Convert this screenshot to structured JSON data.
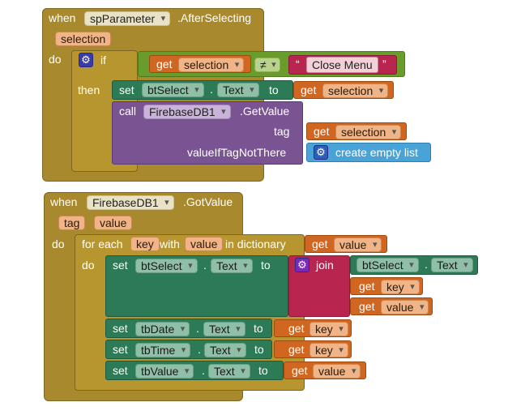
{
  "block1": {
    "when": "when",
    "component": "spParameter",
    "event": ".AfterSelecting",
    "param": "selection",
    "do": "do",
    "if": "if",
    "then": "then",
    "get": "get",
    "get_var": "selection",
    "compare_op": "≠",
    "text_literal": "Close Menu",
    "quote_open": "“",
    "quote_close": "”",
    "set": "set",
    "set_component": "btSelect",
    "dot": ".",
    "set_property": "Text",
    "to": "to",
    "call": "call",
    "call_component": "FirebaseDB1",
    "call_method": ".GetValue",
    "tag_label": "tag",
    "value_if_label": "valueIfTagNotThere",
    "create_empty_list": "create empty list"
  },
  "block2": {
    "when": "when",
    "component": "FirebaseDB1",
    "event": ".GotValue",
    "param_tag": "tag",
    "param_value": "value",
    "do": "do",
    "for_each": "for each",
    "key": "key",
    "with": "with",
    "value": "value",
    "in_dictionary": "in dictionary",
    "get": "get",
    "set": "set",
    "to": "to",
    "dot": ".",
    "join": "join",
    "text_prop": "Text",
    "btSelect": "btSelect",
    "tbDate": "tbDate",
    "tbTime": "tbTime",
    "tbValue": "tbValue"
  }
}
